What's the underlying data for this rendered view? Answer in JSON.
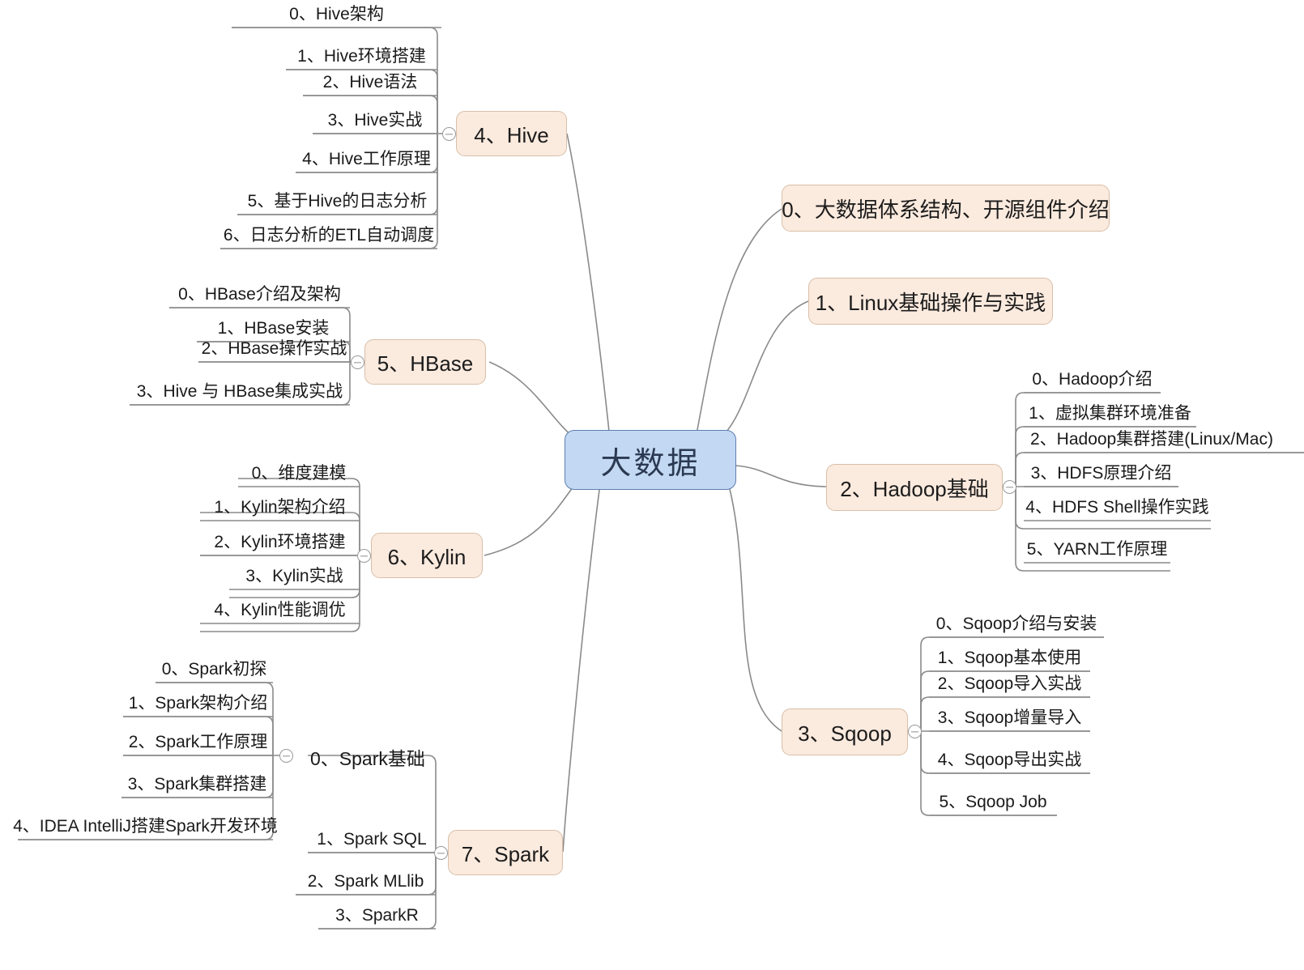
{
  "diagram": {
    "title": "大数据",
    "type": "mindmap",
    "colors": {
      "root_fill": "#c3d8f2",
      "root_border": "#5d7fb0",
      "topic_fill": "#fbeade",
      "topic_border": "#d8bfa8",
      "connector": "#8a8a8a",
      "text": "#1a1a1a",
      "background": "#ffffff"
    },
    "root": {
      "label": "大数据"
    },
    "toggle_icon": "collapse-minus-icon",
    "branches": [
      {
        "id": "b0",
        "label": "0、大数据体系结构、开源组件介绍",
        "side": "right",
        "has_toggle": false,
        "children": []
      },
      {
        "id": "b1",
        "label": "1、Linux基础操作与实践",
        "side": "right",
        "has_toggle": false,
        "children": []
      },
      {
        "id": "b2",
        "label": "2、Hadoop基础",
        "side": "right",
        "has_toggle": true,
        "children": [
          "0、Hadoop介绍",
          "1、虚拟集群环境准备",
          "2、Hadoop集群搭建(Linux/Mac)",
          "3、HDFS原理介绍",
          "4、HDFS Shell操作实践",
          "5、YARN工作原理"
        ]
      },
      {
        "id": "b3",
        "label": "3、Sqoop",
        "side": "right",
        "has_toggle": true,
        "children": [
          "0、Sqoop介绍与安装",
          "1、Sqoop基本使用",
          "2、Sqoop导入实战",
          "3、Sqoop增量导入",
          "4、Sqoop导出实战",
          "5、Sqoop Job"
        ]
      },
      {
        "id": "b4",
        "label": "4、Hive",
        "side": "left",
        "has_toggle": true,
        "children": [
          "0、Hive架构",
          "1、Hive环境搭建",
          "2、Hive语法",
          "3、Hive实战",
          "4、Hive工作原理",
          "5、基于Hive的日志分析",
          "6、日志分析的ETL自动调度"
        ]
      },
      {
        "id": "b5",
        "label": "5、HBase",
        "side": "left",
        "has_toggle": true,
        "children": [
          "0、HBase介绍及架构",
          "1、HBase安装",
          "2、HBase操作实战",
          "3、Hive 与 HBase集成实战"
        ]
      },
      {
        "id": "b6",
        "label": "6、Kylin",
        "side": "left",
        "has_toggle": true,
        "children": [
          "0、维度建模",
          "1、Kylin架构介绍",
          "2、Kylin环境搭建",
          "3、Kylin实战",
          "4、Kylin性能调优"
        ]
      },
      {
        "id": "b7",
        "label": "7、Spark",
        "side": "left",
        "has_toggle": true,
        "children": [
          "0、Spark基础",
          "1、Spark SQL",
          "2、Spark MLlib",
          "3、SparkR"
        ],
        "subgroup": {
          "label": "0、Spark基础",
          "has_toggle": true,
          "children": [
            "0、Spark初探",
            "1、Spark架构介绍",
            "2、Spark工作原理",
            "3、Spark集群搭建",
            "4、IDEA IntelliJ搭建Spark开发环境"
          ]
        }
      }
    ]
  }
}
